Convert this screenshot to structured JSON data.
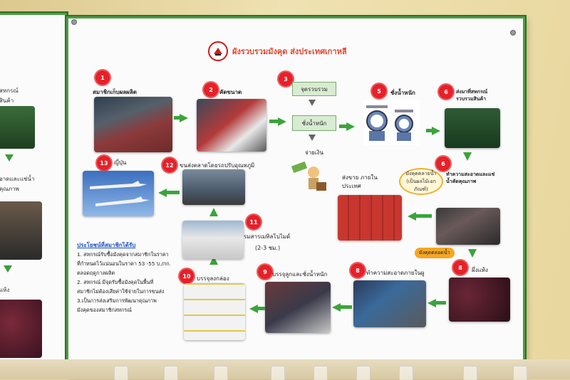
{
  "poster": {
    "title": "ผังรวบรวมมังคุด ส่งประเทศเกาหลี"
  },
  "steps": [
    {
      "num": "1",
      "label": "สมาชิกเก็บผลผลิต"
    },
    {
      "num": "2",
      "label": "คัดขนาด"
    },
    {
      "num": "3",
      "label": "จุดรวบรวม"
    },
    {
      "num": "5",
      "label": "ชั่งน้ำหนัก"
    },
    {
      "num": "6",
      "label": "ส่งมาที่สหกรณ์ รวบรวมสินค้า"
    },
    {
      "num": "6",
      "label": "ทำความสะอาดและแช่ น้ำคัดคุณภาพ"
    },
    {
      "num": "8",
      "label": "ผึ่งแห้ง"
    },
    {
      "num": "8",
      "label": "ทำความสะอาดภายในผู"
    },
    {
      "num": "9",
      "label": "บรรจุลูกและชั่งน้ำหนัก"
    },
    {
      "num": "10",
      "label": "บรรจุลงกล่อง"
    },
    {
      "num": "11",
      "label": "รมสารเมทิลโบไมด์"
    },
    {
      "num": "12",
      "label": "ขนส่งตลาดโดยรถปรับอุณหภูมิ"
    },
    {
      "num": "13",
      "label": "ญี่ปุ่น"
    }
  ],
  "flow": {
    "weigh_box": "ชั่งน้ำหนัก",
    "pay": "จ่ายเงิน",
    "domestic": "ส่งขาย ภายในประเทศ",
    "fumigation_time": "(2-3 ชม.)",
    "bubble": "มังคุดคลายน้ำ (เป็นผลไม้เอกภัณฑ์)",
    "tag": "มังคุดตลอดน้ำ"
  },
  "benefits": {
    "heading": "ประโยชน์ที่สมาชิกได้รับ",
    "lines": [
      "1. สหกรณ์รับซื้อมังคุดจากสมาชิกในราคา",
      "ที่กำหนดไว้แน่นอนในราคา 53 -55 บ./กก.",
      "ตลอดฤดูกาลผลิต",
      "2. สหกรณ์ มีจุดรับซื้อมังคุดในพื้นที่",
      "สมาชิกไม่ต้องเสียค่าใช้จ่ายในการขนส่ง",
      "3.เป็นการส่งเสริมการพัฒนาคุณภาพ",
      "มังคุดของสมาชิกสหกรณ์"
    ]
  },
  "left_board": {
    "lines": [
      "สหกรณ์",
      "สินค้า",
      "อาดและแช่น้ำ",
      "คุณภาพ",
      "แห้ง"
    ]
  },
  "colors": {
    "board_border": "#4f9b45",
    "badge": "#e7212a",
    "title": "#e0462d",
    "arrow": "#3ba43b"
  }
}
